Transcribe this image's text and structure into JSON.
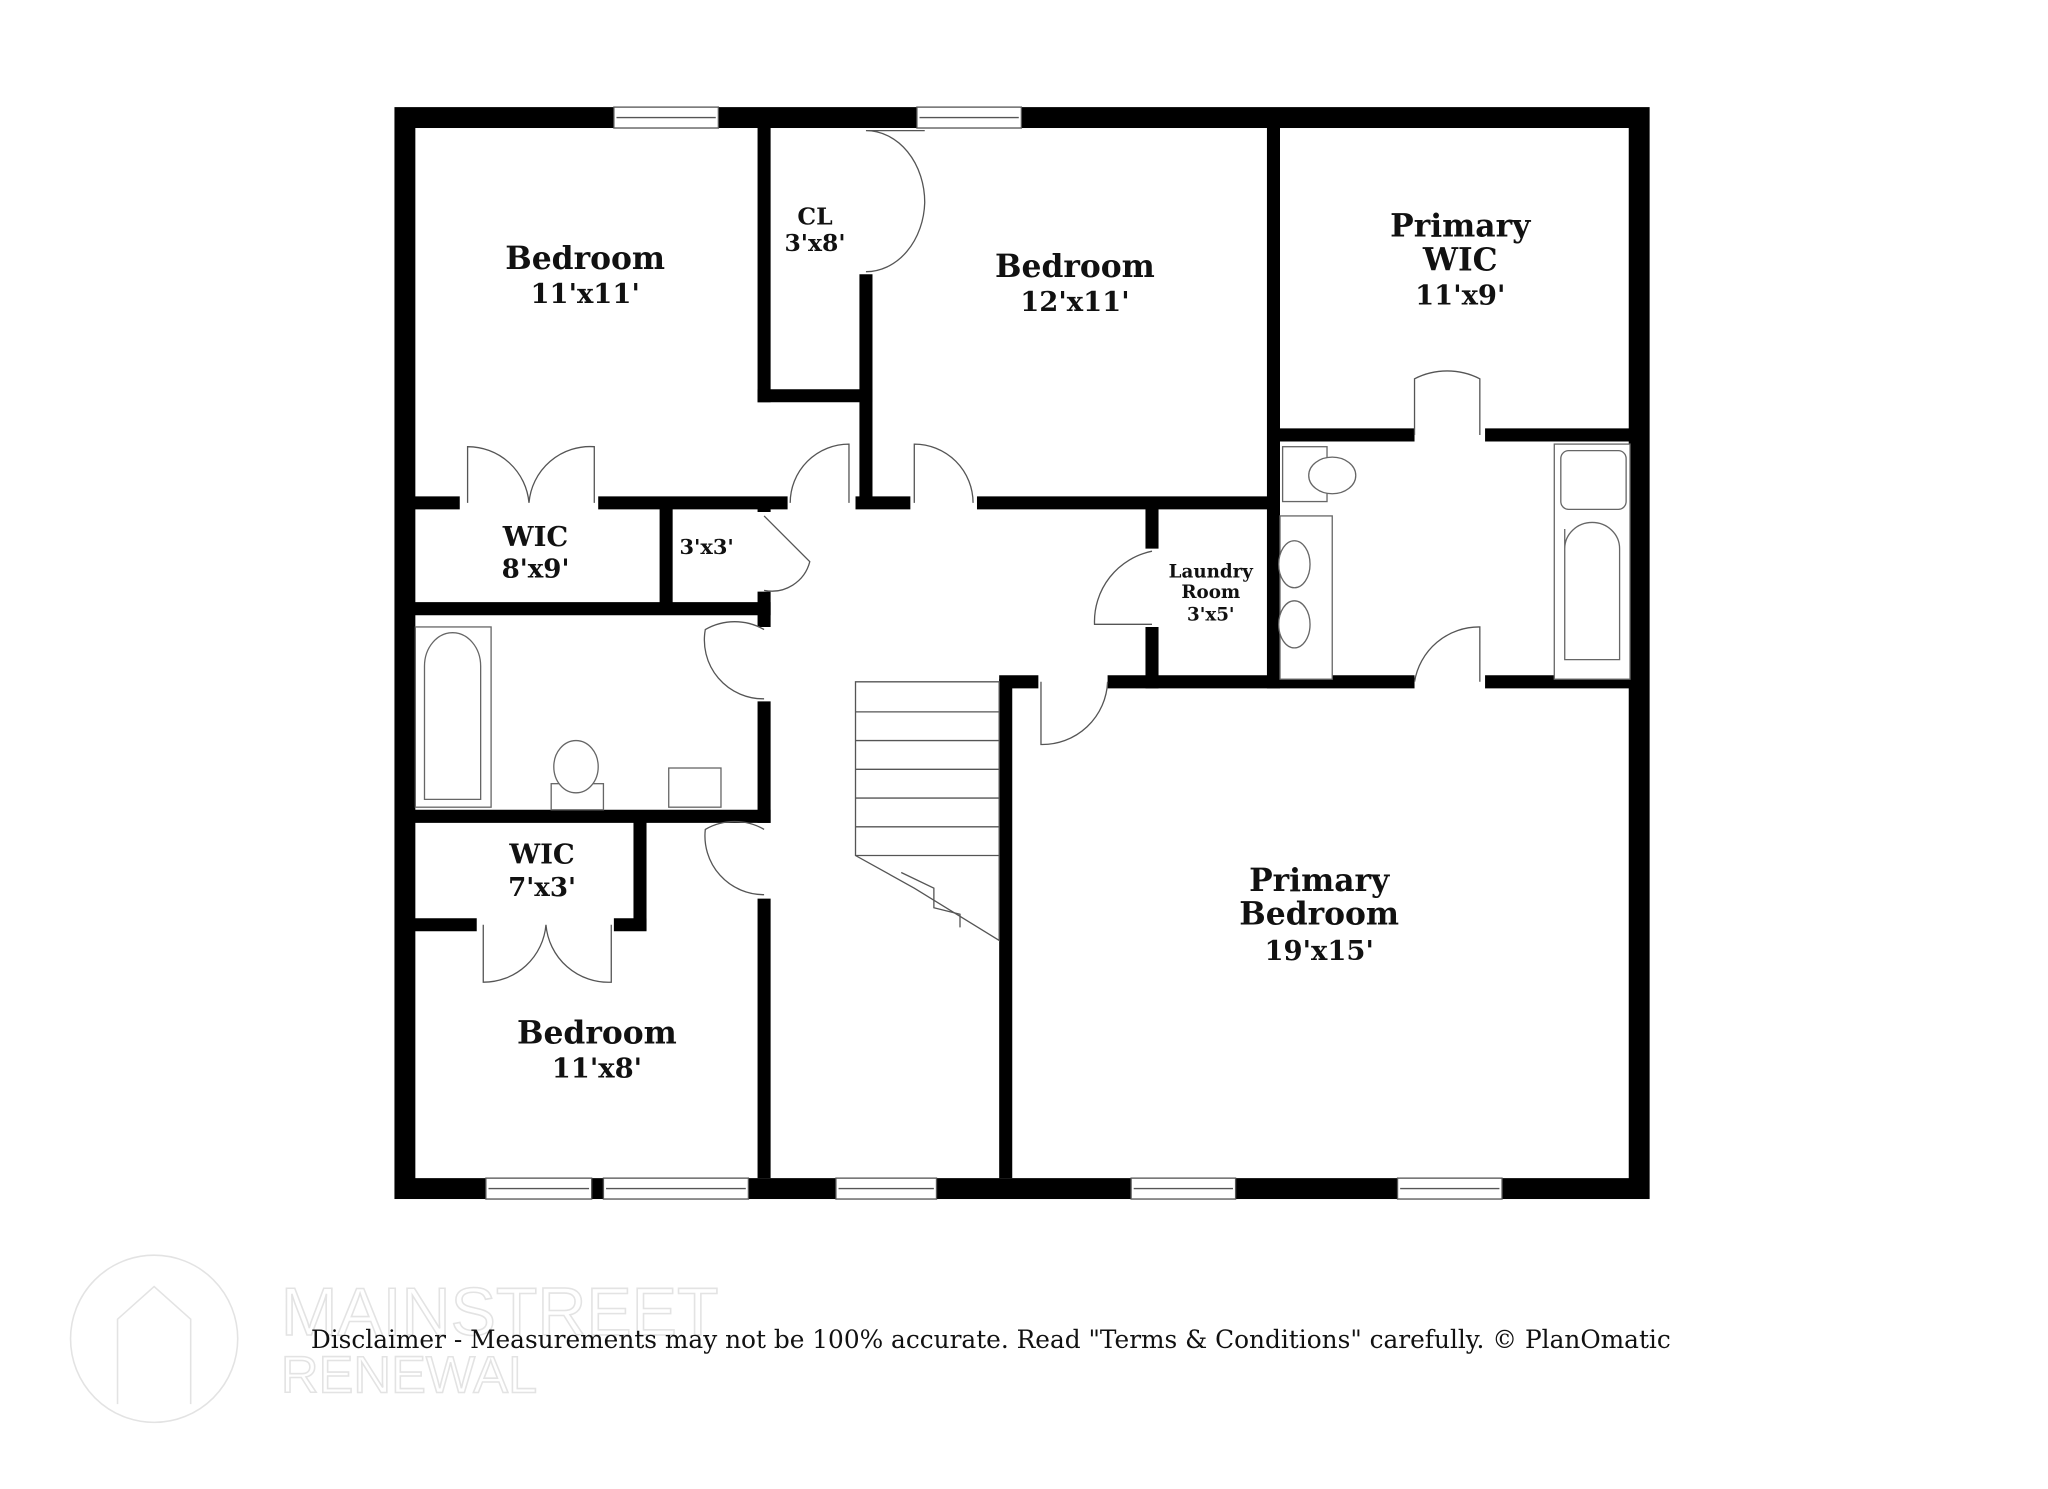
{
  "rooms": {
    "bedroom_nw": {
      "name": "Bedroom",
      "size": "11'x11'"
    },
    "closet": {
      "name": "CL",
      "size": "3'x8'"
    },
    "bedroom_n": {
      "name": "Bedroom",
      "size": "12'x11'"
    },
    "primary_wic": {
      "name1": "Primary",
      "name2": "WIC",
      "size": "11'x9'"
    },
    "wic_w": {
      "name": "WIC",
      "size": "8'x9'"
    },
    "small_closet": {
      "size": "3'x3'"
    },
    "laundry": {
      "name1": "Laundry",
      "name2": "Room",
      "size": "3'x5'"
    },
    "wic_sw": {
      "name": "WIC",
      "size": "7'x3'"
    },
    "bedroom_sw": {
      "name": "Bedroom",
      "size": "11'x8'"
    },
    "primary_bedroom": {
      "name1": "Primary",
      "name2": "Bedroom",
      "size": "19'x15'"
    }
  },
  "disclaimer": "Disclaimer - Measurements may not be 100% accurate. Read \"Terms & Conditions\" carefully. © PlanOmatic",
  "watermark": {
    "line1": "MAINSTREET",
    "line2": "RENEWAL"
  }
}
